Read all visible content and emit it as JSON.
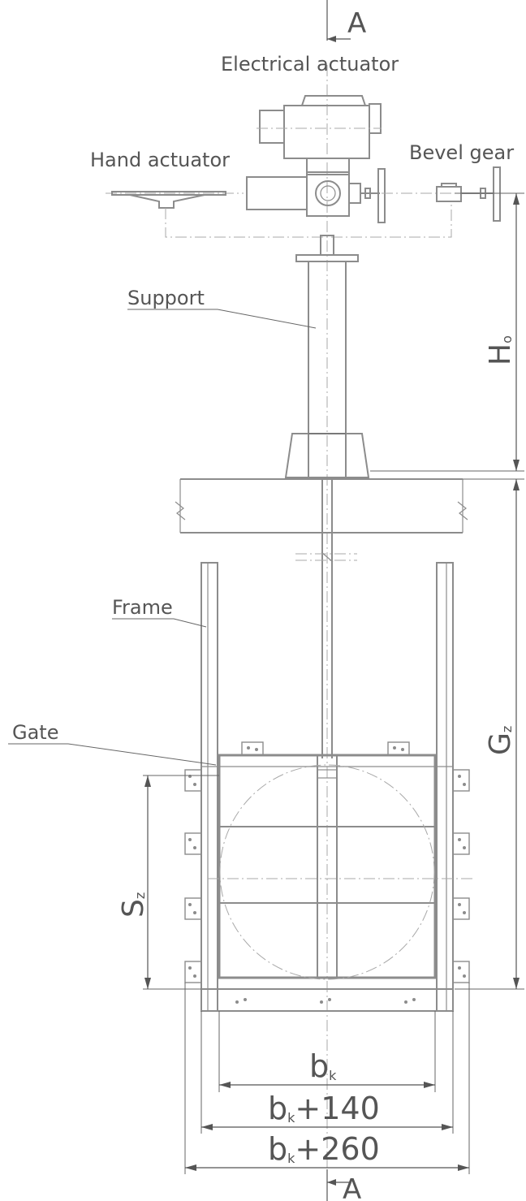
{
  "section_marker": "A",
  "labels": {
    "electrical_actuator": "Electrical actuator",
    "hand_actuator": "Hand actuator",
    "bevel_gear": "Bevel gear",
    "support": "Support",
    "frame": "Frame",
    "gate": "Gate"
  },
  "dimensions": {
    "h0_main": "H",
    "h0_sub": "o",
    "gz_main": "G",
    "gz_sub": "z",
    "sz_main": "S",
    "sz_sub": "z",
    "bk_main": "b",
    "bk_sub": "k",
    "bk140_main": "b",
    "bk140_sub": "k",
    "bk140_suffix": "+140",
    "bk260_main": "b",
    "bk260_sub": "k",
    "bk260_suffix": "+260"
  }
}
